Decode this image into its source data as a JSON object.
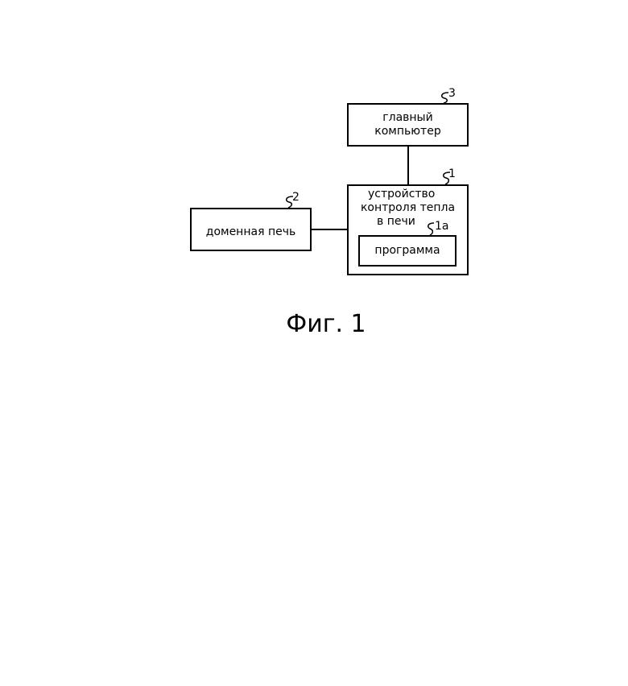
{
  "diagram": {
    "nodes": {
      "main_computer": {
        "ref": "3",
        "label_line1": "главный",
        "label_line2": "компьютер"
      },
      "control_device": {
        "ref": "1",
        "label_line1": "устройство",
        "label_line2": "контроля тепла",
        "label_line3": "в печи"
      },
      "program": {
        "ref": "1a",
        "label": "программа"
      },
      "blast_furnace": {
        "ref": "2",
        "label": "доменная печь"
      }
    },
    "edges": [
      {
        "from": "main_computer",
        "to": "control_device"
      },
      {
        "from": "blast_furnace",
        "to": "control_device"
      }
    ]
  },
  "caption": "Фиг. 1"
}
